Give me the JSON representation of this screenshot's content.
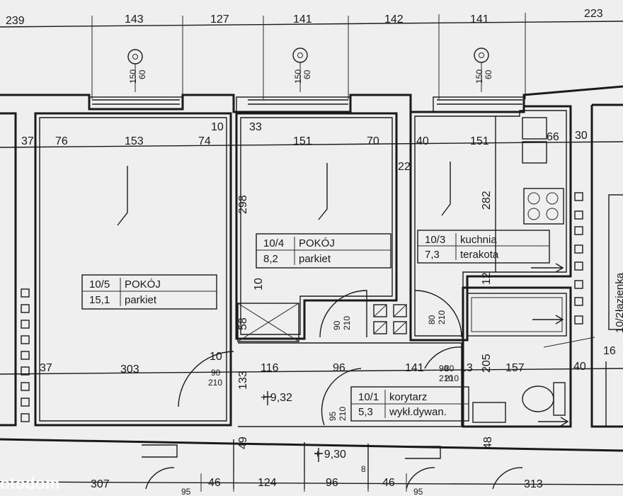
{
  "top_dimensions": [
    "239",
    "143",
    "127",
    "141",
    "142",
    "141",
    "223"
  ],
  "window_dims": [
    {
      "h": "150",
      "b": "60"
    },
    {
      "h": "150",
      "b": "60"
    },
    {
      "h": "150",
      "b": "60"
    }
  ],
  "interior_dims": {
    "d10_top": "10",
    "d33": "33",
    "d37_left": "37",
    "d76": "76",
    "d153": "153",
    "d74": "74",
    "d151_a": "151",
    "d70": "70",
    "d22": "22",
    "d40_top": "40",
    "d151_b": "151",
    "d66": "66",
    "d30": "30",
    "d298": "298",
    "d282": "282",
    "d12": "12",
    "d10_mid": "10",
    "d58": "58",
    "d10_low": "10",
    "d37_low": "37",
    "d303": "303",
    "d116": "116",
    "d96_mid": "96",
    "d141_mid": "141",
    "d13": "13",
    "d205": "205",
    "d157": "157",
    "d40_right": "40",
    "d16": "16",
    "d133": "133",
    "d49": "49",
    "d48": "48"
  },
  "bottom_dimensions": [
    "307",
    "46",
    "124",
    "96",
    "8",
    "46",
    "313"
  ],
  "bottom_small": [
    "95",
    "95"
  ],
  "levels": [
    "+ 9,32",
    "+ 9,30"
  ],
  "doors": [
    {
      "w": "90",
      "h": "210"
    },
    {
      "w": "90",
      "h": "210"
    },
    {
      "w": "80",
      "h": "210"
    },
    {
      "w": "90",
      "h": "210"
    },
    {
      "w": "80",
      "h": "210"
    },
    {
      "w": "95",
      "h": "210"
    }
  ],
  "rooms": [
    {
      "id": "10/5",
      "name": "POKÓJ",
      "area": "15,1",
      "floor": "parkiet"
    },
    {
      "id": "10/4",
      "name": "POKÓJ",
      "area": "8,2",
      "floor": "parkiet"
    },
    {
      "id": "10/3",
      "name": "kuchnia",
      "area": "7,3",
      "floor": "terakota"
    },
    {
      "id": "10/1",
      "name": "korytarz",
      "area": "5,3",
      "floor": "wykł.dywan."
    },
    {
      "id": "10/2",
      "name": "łazienka",
      "area": "",
      "floor": ""
    }
  ],
  "watermark": "otodom"
}
